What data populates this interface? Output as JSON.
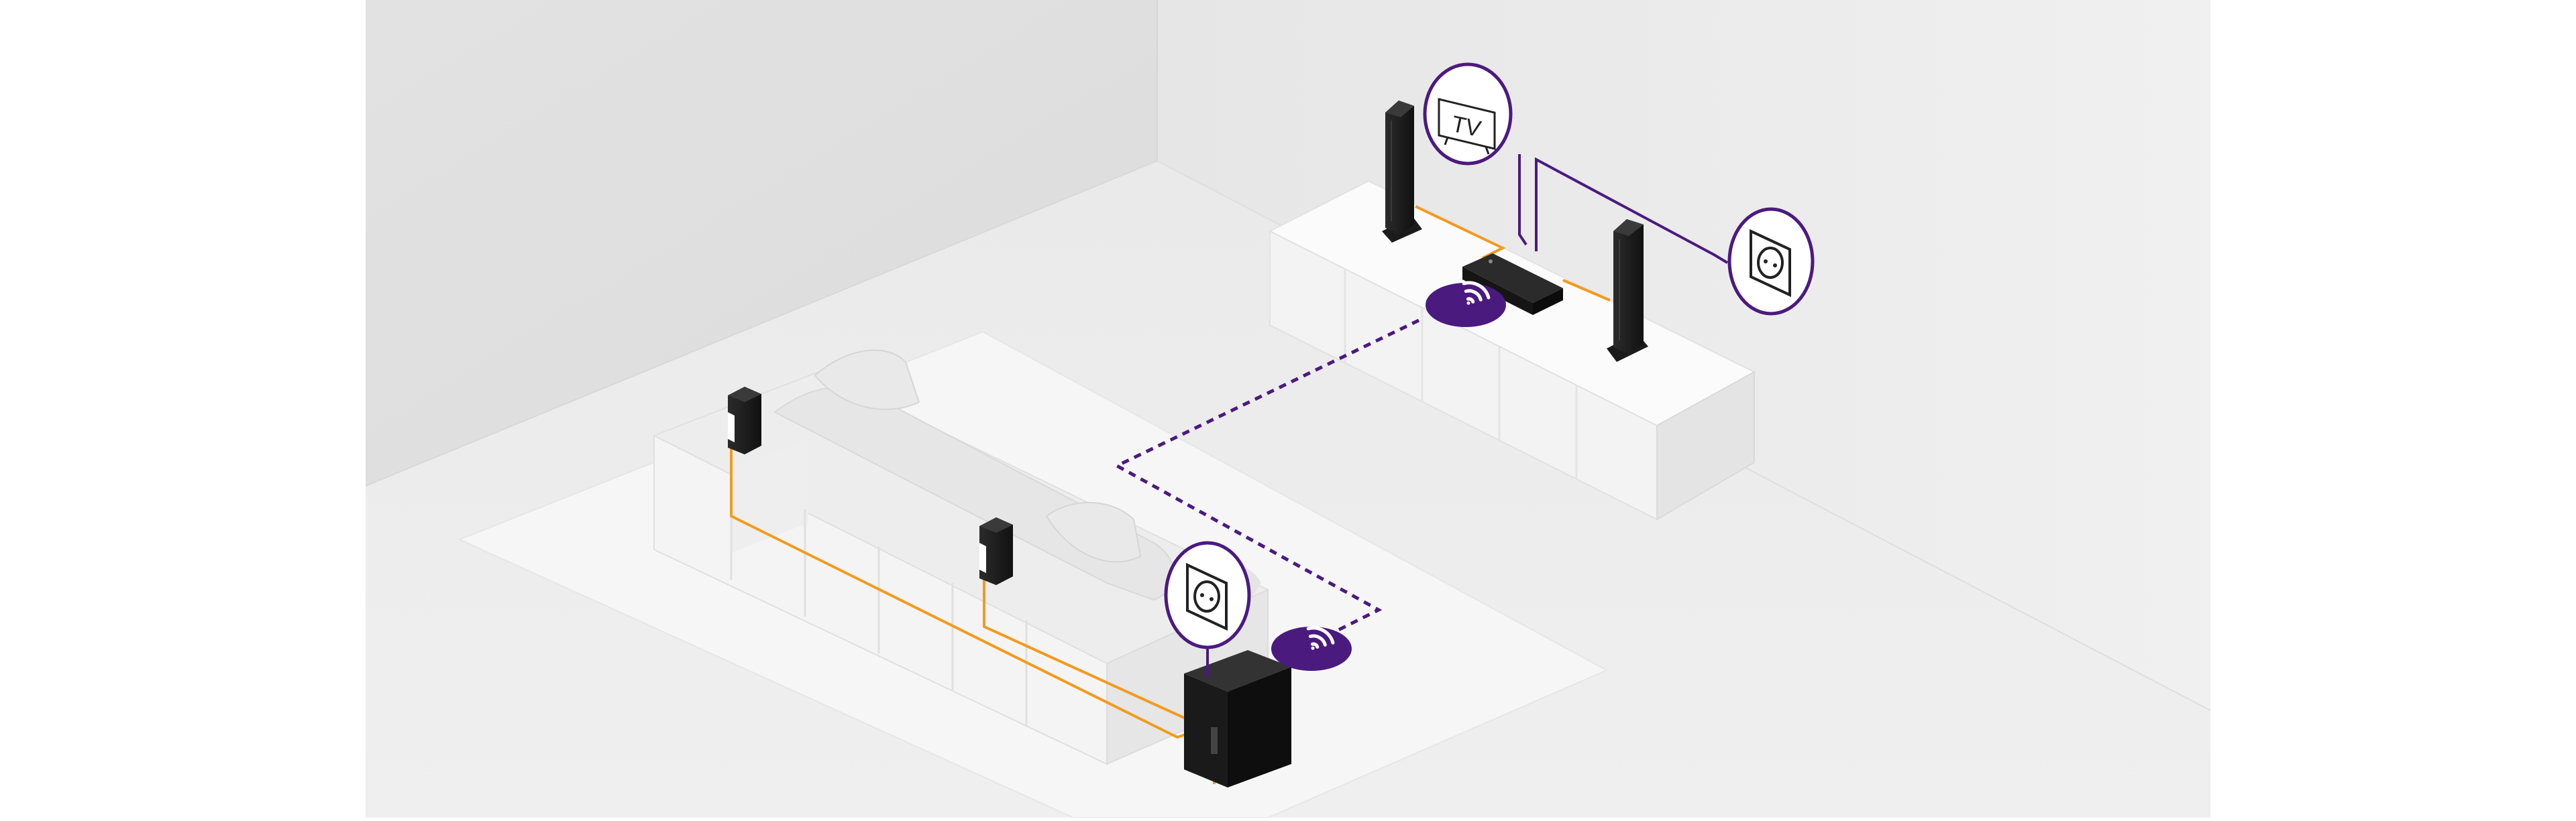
{
  "labels": {
    "tv_icon_text": "TV"
  },
  "icons": {
    "tv": "tv-icon",
    "outlet_tv": "power-outlet-icon",
    "outlet_sofa": "power-outlet-icon",
    "wireless_tv": "wireless-signal-icon",
    "wireless_sofa": "wireless-signal-icon"
  },
  "colors": {
    "accent": "#4B1A7F",
    "speaker_cable": "#F29B1D",
    "device": "#1E1E1E",
    "floor": "#EDEDED",
    "rug": "#F6F6F6"
  },
  "connections": {
    "wireless_link": "dashed",
    "speaker_wiring": "solid"
  }
}
